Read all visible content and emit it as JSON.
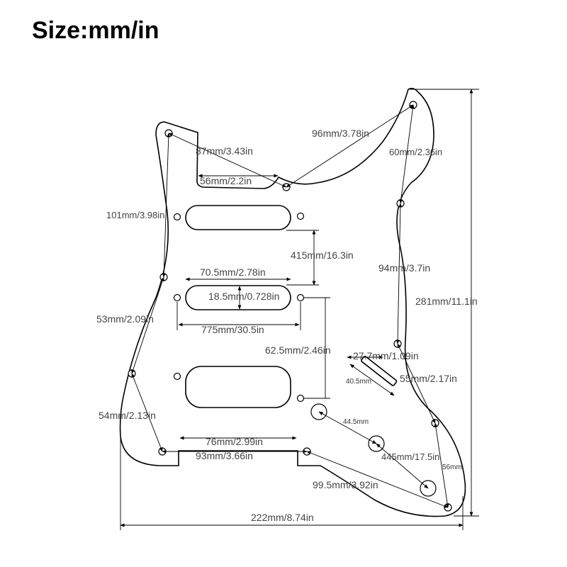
{
  "header": {
    "title": "Size:mm/in"
  },
  "dimensions": {
    "upper_horn_diag": "87mm/3.43in",
    "upper_cutout_width": "56mm/2.2in",
    "top_right_diag": "96mm/3.78in",
    "right_horn_side": "60mm/2.36in",
    "left_upper_side": "101mm/3.98in",
    "center_vertical": "415mm/16.3in",
    "right_mid_side": "94mm/3.7in",
    "pickup_length": "70.5mm/2.78in",
    "pickup_width": "18.5mm/0.728in",
    "overall_height": "281mm/11.1in",
    "left_mid_side": "53mm/2.09in",
    "pickup_hole_span": "775mm/30.5in",
    "pickup_spacing": "62.5mm/2.46in",
    "switch_slot_length": "27.7mm/1.09in",
    "switch_slot_offset": "40.5mm",
    "switch_to_edge": "55mm/2.17in",
    "knob_spacing_a": "44.5mm",
    "left_lower_side": "54mm/2.13in",
    "knob_spacing_b": "445mm/17.5in",
    "bottom_right_side": "56mm",
    "bottom_cutout_width": "76mm/2.99in",
    "bottom_hole_span": "93mm/3.66in",
    "bottom_right_diag": "99.5mm/3.92in",
    "overall_width": "222mm/8.74in"
  }
}
